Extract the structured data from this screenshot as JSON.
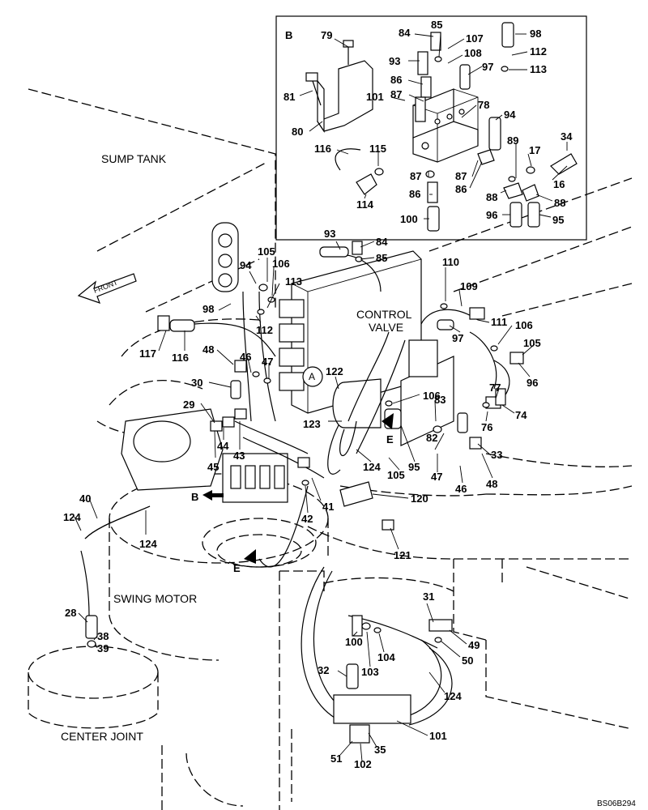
{
  "callouts": [
    {
      "id": "B",
      "text": "B"
    },
    {
      "id": "79",
      "text": "79"
    },
    {
      "id": "84a",
      "text": "84"
    },
    {
      "id": "85a",
      "text": "85"
    },
    {
      "id": "107",
      "text": "107"
    },
    {
      "id": "98a",
      "text": "98"
    },
    {
      "id": "93a",
      "text": "93"
    },
    {
      "id": "108",
      "text": "108"
    },
    {
      "id": "112a",
      "text": "112"
    },
    {
      "id": "97a",
      "text": "97"
    },
    {
      "id": "113a",
      "text": "113"
    },
    {
      "id": "86a",
      "text": "86"
    },
    {
      "id": "81",
      "text": "81"
    },
    {
      "id": "101a",
      "text": "101"
    },
    {
      "id": "87a",
      "text": "87"
    },
    {
      "id": "78",
      "text": "78"
    },
    {
      "id": "80",
      "text": "80"
    },
    {
      "id": "94a",
      "text": "94"
    },
    {
      "id": "34",
      "text": "34"
    },
    {
      "id": "116a",
      "text": "116"
    },
    {
      "id": "115",
      "text": "115"
    },
    {
      "id": "89",
      "text": "89"
    },
    {
      "id": "17",
      "text": "17"
    },
    {
      "id": "87b",
      "text": "87"
    },
    {
      "id": "87c",
      "text": "87"
    },
    {
      "id": "16",
      "text": "16"
    },
    {
      "id": "86b",
      "text": "86"
    },
    {
      "id": "86c",
      "text": "86"
    },
    {
      "id": "88a",
      "text": "88"
    },
    {
      "id": "88b",
      "text": "88"
    },
    {
      "id": "114",
      "text": "114"
    },
    {
      "id": "100a",
      "text": "100"
    },
    {
      "id": "96a",
      "text": "96"
    },
    {
      "id": "95a",
      "text": "95"
    },
    {
      "id": "93b",
      "text": "93"
    },
    {
      "id": "84b",
      "text": "84"
    },
    {
      "id": "85b",
      "text": "85"
    },
    {
      "id": "105a",
      "text": "105"
    },
    {
      "id": "94b",
      "text": "94"
    },
    {
      "id": "106a",
      "text": "106"
    },
    {
      "id": "110",
      "text": "110"
    },
    {
      "id": "109",
      "text": "109"
    },
    {
      "id": "113b",
      "text": "113"
    },
    {
      "id": "98b",
      "text": "98"
    },
    {
      "id": "112b",
      "text": "112"
    },
    {
      "id": "111",
      "text": "111"
    },
    {
      "id": "97b",
      "text": "97"
    },
    {
      "id": "106b",
      "text": "106"
    },
    {
      "id": "105b",
      "text": "105"
    },
    {
      "id": "117",
      "text": "117"
    },
    {
      "id": "116b",
      "text": "116"
    },
    {
      "id": "48a",
      "text": "48"
    },
    {
      "id": "46a",
      "text": "46"
    },
    {
      "id": "47a",
      "text": "47"
    },
    {
      "id": "96b",
      "text": "96"
    },
    {
      "id": "122",
      "text": "122"
    },
    {
      "id": "A",
      "text": "A"
    },
    {
      "id": "30",
      "text": "30"
    },
    {
      "id": "77",
      "text": "77"
    },
    {
      "id": "106c",
      "text": "106"
    },
    {
      "id": "83",
      "text": "83"
    },
    {
      "id": "74",
      "text": "74"
    },
    {
      "id": "29",
      "text": "29"
    },
    {
      "id": "76",
      "text": "76"
    },
    {
      "id": "123",
      "text": "123"
    },
    {
      "id": "E1",
      "text": "E"
    },
    {
      "id": "82",
      "text": "82"
    },
    {
      "id": "44",
      "text": "44"
    },
    {
      "id": "43",
      "text": "43"
    },
    {
      "id": "33",
      "text": "33"
    },
    {
      "id": "45",
      "text": "45"
    },
    {
      "id": "124a",
      "text": "124"
    },
    {
      "id": "95b",
      "text": "95"
    },
    {
      "id": "105c",
      "text": "105"
    },
    {
      "id": "47b",
      "text": "47"
    },
    {
      "id": "48b",
      "text": "48"
    },
    {
      "id": "46b",
      "text": "46"
    },
    {
      "id": "40",
      "text": "40"
    },
    {
      "id": "B2",
      "text": "B"
    },
    {
      "id": "120",
      "text": "120"
    },
    {
      "id": "41",
      "text": "41"
    },
    {
      "id": "42",
      "text": "42"
    },
    {
      "id": "124b",
      "text": "124"
    },
    {
      "id": "124c",
      "text": "124"
    },
    {
      "id": "121",
      "text": "121"
    },
    {
      "id": "E2",
      "text": "E"
    },
    {
      "id": "31",
      "text": "31"
    },
    {
      "id": "28",
      "text": "28"
    },
    {
      "id": "100b",
      "text": "100"
    },
    {
      "id": "38",
      "text": "38"
    },
    {
      "id": "49",
      "text": "49"
    },
    {
      "id": "39",
      "text": "39"
    },
    {
      "id": "104",
      "text": "104"
    },
    {
      "id": "50",
      "text": "50"
    },
    {
      "id": "103",
      "text": "103"
    },
    {
      "id": "32",
      "text": "32"
    },
    {
      "id": "124d",
      "text": "124"
    },
    {
      "id": "101b",
      "text": "101"
    },
    {
      "id": "35",
      "text": "35"
    },
    {
      "id": "51",
      "text": "51"
    },
    {
      "id": "102",
      "text": "102"
    }
  ],
  "area_labels": {
    "sump_tank": "SUMP TANK",
    "front": "FRONT",
    "control_valve_1": "CONTROL",
    "control_valve_2": "VALVE",
    "swing_motor": "SWING MOTOR",
    "center_joint": "CENTER JOINT"
  },
  "drawing_code": "BS06B294"
}
